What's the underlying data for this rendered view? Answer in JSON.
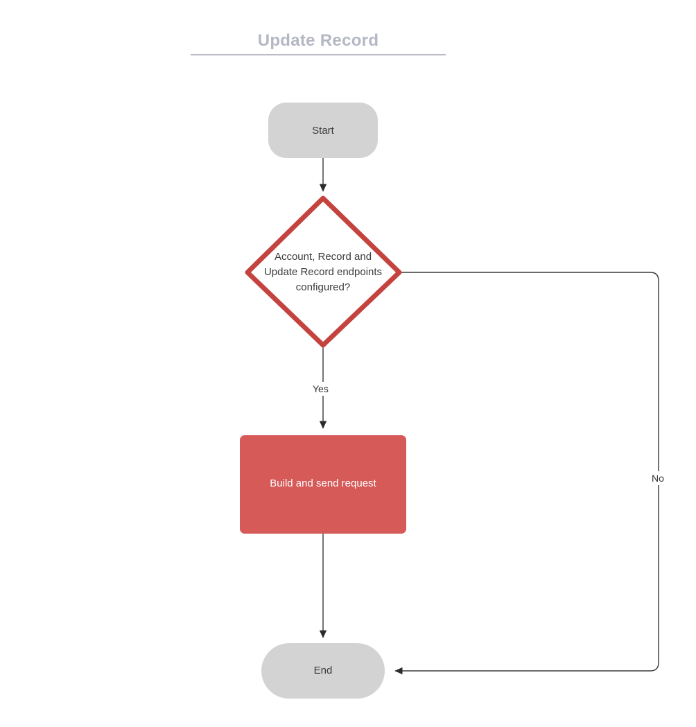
{
  "diagram": {
    "title": "Update Record",
    "type": "flowchart",
    "colors": {
      "title_text": "#b4b8c4",
      "title_rule": "#b9bcc6",
      "terminator_fill": "#d3d3d3",
      "decision_stroke": "#c4433f",
      "decision_fill": "#ffffff",
      "process_fill": "#d55a58",
      "process_text": "#ffffff",
      "edge_stroke": "#333333",
      "node_text": "#3b3b3b",
      "background": "#ffffff"
    },
    "nodes": [
      {
        "id": "start",
        "shape": "stadium",
        "label": "Start"
      },
      {
        "id": "decision",
        "shape": "diamond",
        "label": "Account, Record and\nUpdate Record endpoints\nconfigured?"
      },
      {
        "id": "process",
        "shape": "rounded-rectangle",
        "label": "Build and send request"
      },
      {
        "id": "end",
        "shape": "stadium",
        "label": "End"
      }
    ],
    "edges": [
      {
        "id": "start-to-decision",
        "from": "start",
        "to": "decision",
        "label": ""
      },
      {
        "id": "decision-yes-to-process",
        "from": "decision",
        "to": "process",
        "label": "Yes"
      },
      {
        "id": "process-to-end",
        "from": "process",
        "to": "end",
        "label": ""
      },
      {
        "id": "decision-no-to-end",
        "from": "decision",
        "to": "end",
        "label": "No"
      }
    ]
  }
}
